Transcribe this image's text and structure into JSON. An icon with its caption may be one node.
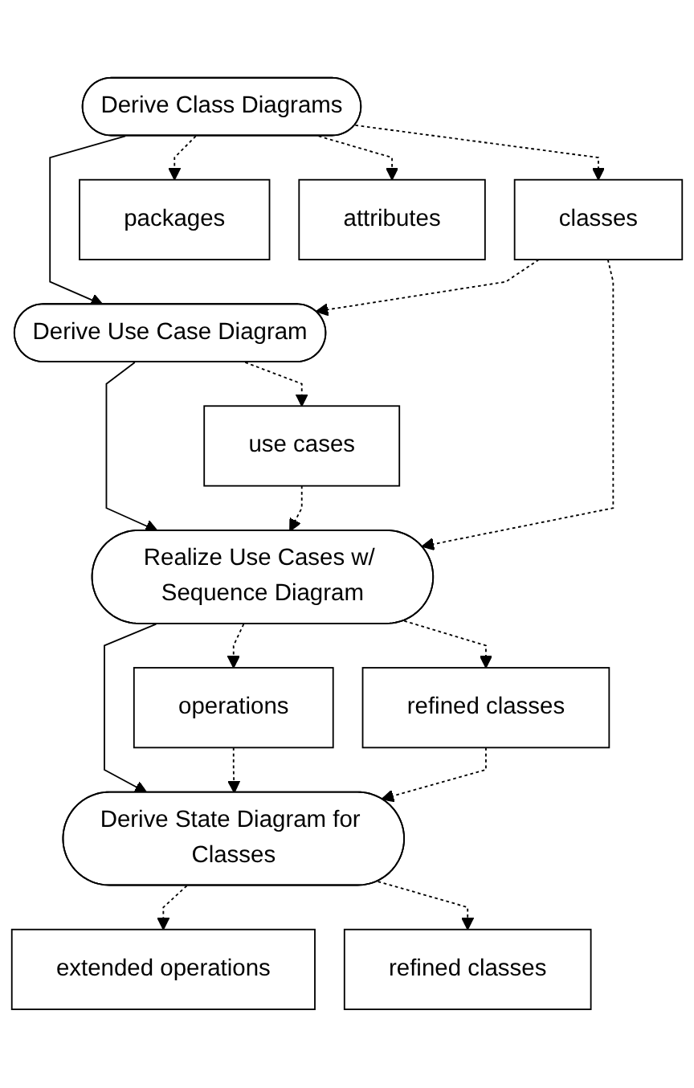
{
  "diagram": {
    "nodes": [
      {
        "text": [
          "Derive Class Diagrams"
        ]
      },
      {
        "text": [
          "packages"
        ]
      },
      {
        "text": [
          "attributes"
        ]
      },
      {
        "text": [
          "classes"
        ]
      },
      {
        "text": [
          "Derive Use Case Diagram"
        ]
      },
      {
        "text": [
          "use cases"
        ]
      },
      {
        "text": [
          "Realize Use Cases w/ Sequence Diagram"
        ]
      },
      {
        "text": [
          "operations"
        ]
      },
      {
        "text": [
          "refined classes"
        ]
      },
      {
        "text": [
          "Derive State Diagram for Classes"
        ]
      },
      {
        "text": [
          "extended operations"
        ]
      },
      {
        "text": [
          "refined classes"
        ]
      }
    ],
    "edges": [
      {
        "from": 0,
        "to": 4,
        "arrow": "to"
      },
      {
        "from": 4,
        "to": 6,
        "arrow": "to"
      },
      {
        "from": 6,
        "to": 9,
        "arrow": "to"
      },
      {
        "from": 0,
        "to": 1,
        "arrow": "to",
        "style": "dashed"
      },
      {
        "from": 0,
        "to": 2,
        "arrow": "to",
        "style": "dashed"
      },
      {
        "from": 0,
        "to": 3,
        "arrow": "to",
        "style": "dashed"
      },
      {
        "from": 3,
        "to": 4,
        "arrow": "to",
        "style": "dashed"
      },
      {
        "from": 4,
        "to": 5,
        "arrow": "to",
        "style": "dashed"
      },
      {
        "from": 3,
        "to": 6,
        "arrow": "to",
        "style": "dashed"
      },
      {
        "from": 5,
        "to": 6,
        "arrow": "to",
        "style": "dashed"
      },
      {
        "from": 6,
        "to": 7,
        "arrow": "to",
        "style": "dashed"
      },
      {
        "from": 6,
        "to": 8,
        "arrow": "to",
        "style": "dashed"
      },
      {
        "from": 7,
        "to": 9,
        "arrow": "to",
        "style": "dashed"
      },
      {
        "from": 8,
        "to": 9,
        "arrow": "to",
        "style": "dashed"
      },
      {
        "from": 9,
        "to": 10,
        "arrow": "to",
        "style": "dashed"
      },
      {
        "from": 9,
        "to": 11,
        "arrow": "to",
        "style": "dashed"
      }
    ]
  }
}
